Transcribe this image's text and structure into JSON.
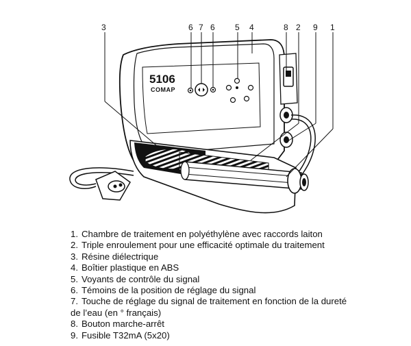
{
  "device": {
    "model": "5106",
    "brand": "COMAP"
  },
  "callouts": {
    "c3": "3",
    "c6a": "6",
    "c7": "7",
    "c6b": "6",
    "c5": "5",
    "c4": "4",
    "c8": "8",
    "c2": "2",
    "c9": "9",
    "c1": "1"
  },
  "legend": {
    "items": [
      {
        "num": "1.",
        "text": "Chambre de traitement en polyéthylène avec raccords laiton"
      },
      {
        "num": "2.",
        "text": "Triple enroulement pour une efficacité optimale du traitement"
      },
      {
        "num": "3.",
        "text": "Résine diélectrique"
      },
      {
        "num": "4.",
        "text": "Boîtier plastique en ABS"
      },
      {
        "num": "5.",
        "text": "Voyants de contrôle du signal"
      },
      {
        "num": "6.",
        "text": "Témoins de la position de réglage du signal"
      },
      {
        "num": "7.",
        "text": "Touche de réglage du signal de traitement en fonction de la dureté"
      },
      {
        "num": "",
        "text": "de l’eau (en ° français)"
      },
      {
        "num": "8.",
        "text": "Bouton marche-arrêt"
      },
      {
        "num": "9.",
        "text": "Fusible T32mA (5x20)"
      }
    ]
  }
}
